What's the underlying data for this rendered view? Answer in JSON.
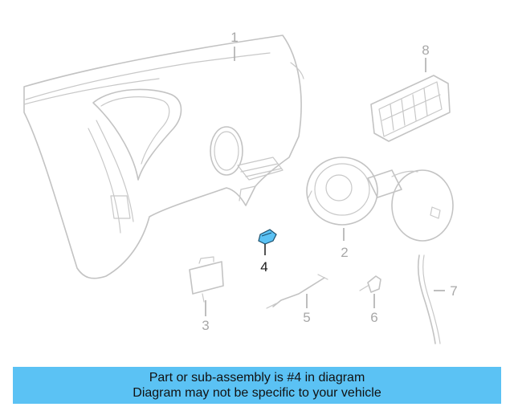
{
  "parts": [
    {
      "number": "1",
      "highlighted": false
    },
    {
      "number": "2",
      "highlighted": false
    },
    {
      "number": "3",
      "highlighted": false
    },
    {
      "number": "4",
      "highlighted": true
    },
    {
      "number": "5",
      "highlighted": false
    },
    {
      "number": "6",
      "highlighted": false
    },
    {
      "number": "7",
      "highlighted": false
    },
    {
      "number": "8",
      "highlighted": false
    }
  ],
  "colors": {
    "highlight_part": "#5bc2f4",
    "banner_background": "#5bc2f4",
    "line_art": "#c3c3c3"
  },
  "banner": {
    "line1": "Part or sub-assembly is #4 in diagram",
    "line2": "Diagram may not be specific to your vehicle"
  }
}
